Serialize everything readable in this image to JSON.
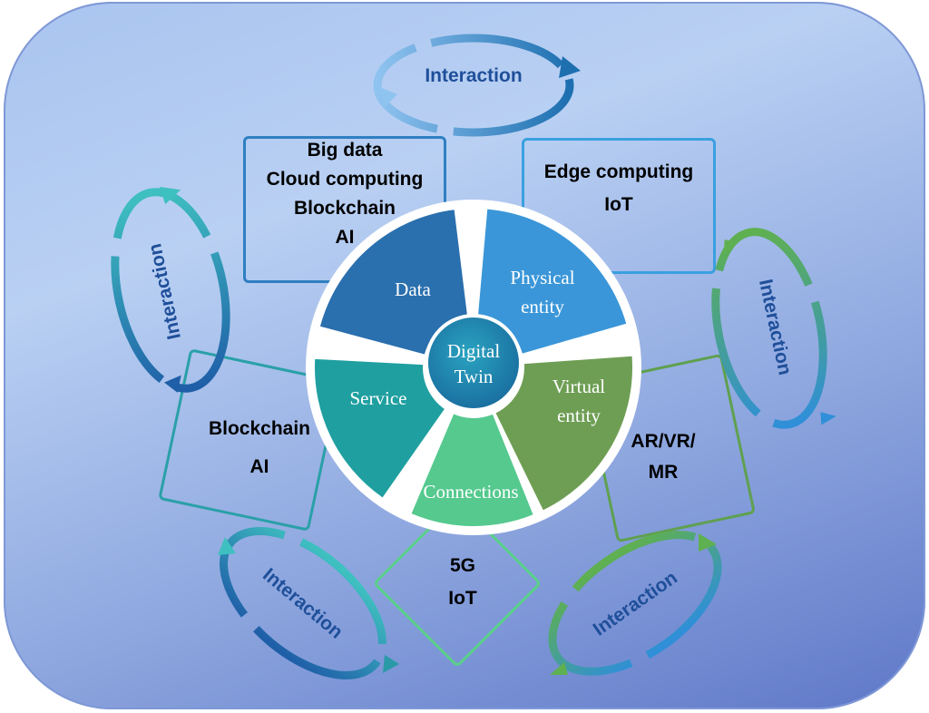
{
  "center": {
    "line1": "Digital",
    "line2": "Twin"
  },
  "segments": {
    "data": "Data",
    "physical_line1": "Physical",
    "physical_line2": "entity",
    "virtual_line1": "Virtual",
    "virtual_line2": "entity",
    "connections": "Connections",
    "service": "Service"
  },
  "boxes": {
    "top_left": [
      "Big data",
      "Cloud computing",
      "Blockchain",
      "AI"
    ],
    "top_right": [
      "Edge computing",
      "IoT"
    ],
    "left": [
      "Blockchain",
      "AI"
    ],
    "right": [
      "AR/VR/",
      "MR"
    ],
    "bottom": [
      "5G",
      "IoT"
    ]
  },
  "interaction_label": "Interaction",
  "colors": {
    "data": "#2a6fae",
    "physical": "#3a96d8",
    "virtual": "#6e9e54",
    "connections": "#55c98e",
    "service": "#1f9fa0",
    "center": "#1e7fa8"
  }
}
